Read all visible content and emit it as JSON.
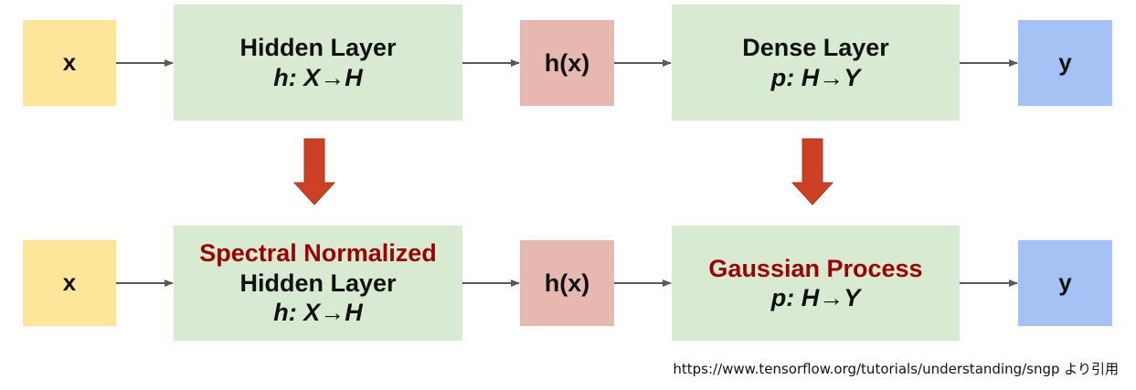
{
  "top_row": {
    "input": "x",
    "hidden": {
      "title": "Hidden Layer",
      "formula": "h: X→H"
    },
    "mid": "h(x)",
    "dense": {
      "title": "Dense Layer",
      "formula": "p: H→Y"
    },
    "output": "y"
  },
  "bottom_row": {
    "input": "x",
    "hidden": {
      "highlight": "Spectral Normalized",
      "title": "Hidden Layer",
      "formula": "h: X→H"
    },
    "mid": "h(x)",
    "gp": {
      "highlight": "Gaussian Process",
      "formula": "p: H→Y"
    },
    "output": "y"
  },
  "caption": "https://www.tensorflow.org/tutorials/understanding/sngp より引用",
  "colors": {
    "input": "#fde59a",
    "layer": "#d9ead3",
    "mid": "#e6b8af",
    "output": "#a4c2f4",
    "highlight_text": "#990000",
    "down_arrow": "#cc4125",
    "connector": "#595959"
  }
}
